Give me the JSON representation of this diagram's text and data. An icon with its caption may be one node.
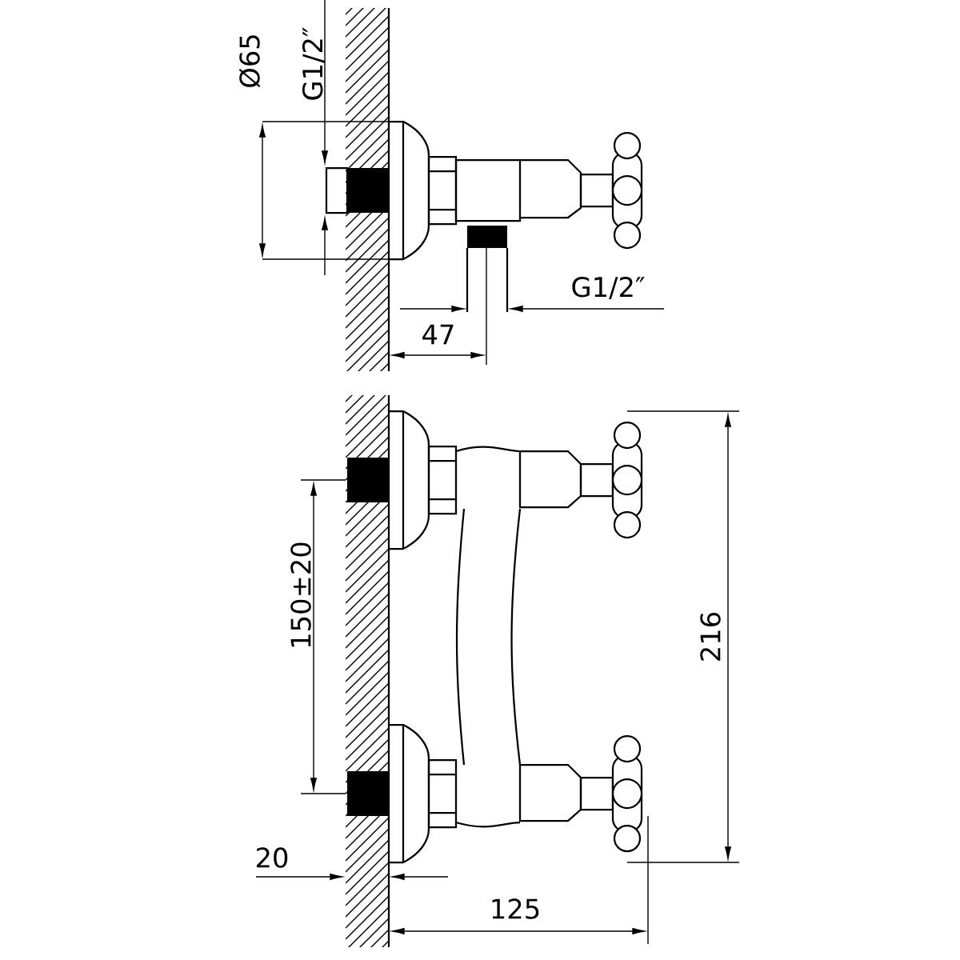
{
  "diagram": {
    "labels": [
      "Ø65",
      "G1/2″",
      "G1/2″",
      "47",
      "150±20",
      "216",
      "20",
      "125"
    ]
  }
}
